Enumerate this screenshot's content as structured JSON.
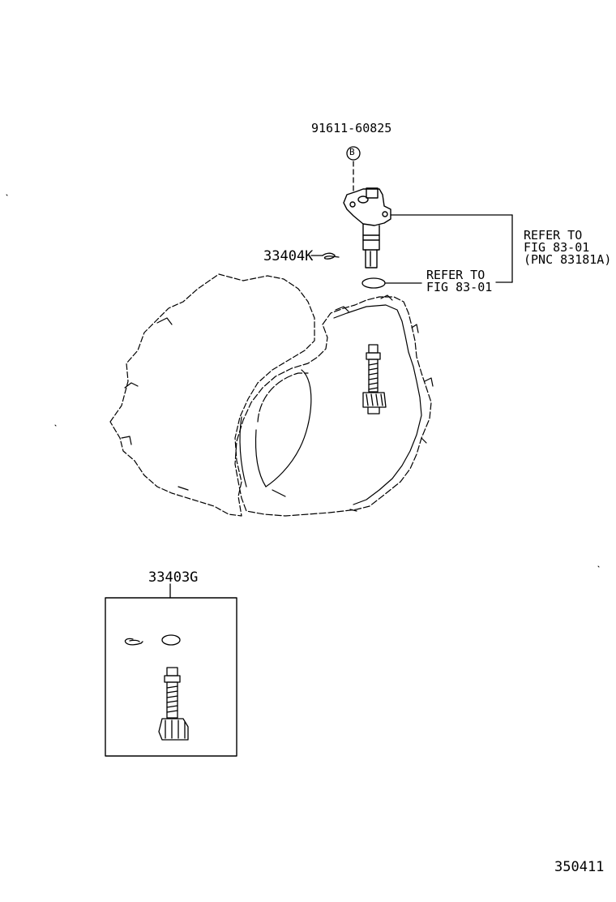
{
  "diagram": {
    "parts": {
      "bolt_part_no": "91611-60825",
      "bolt_marker": "B",
      "clip_part_no": "33404K",
      "gear_kit_part_no": "33403G"
    },
    "references": {
      "sensor_ref": [
        "REFER TO",
        "FIG 83-01",
        "(PNC 83181A)"
      ],
      "oring_ref": [
        "REFER TO",
        "FIG 83-01"
      ]
    },
    "figure_id": "350411"
  }
}
